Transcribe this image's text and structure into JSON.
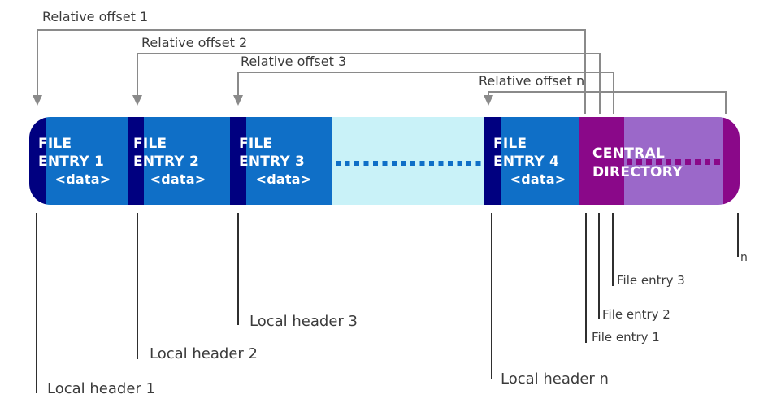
{
  "colors": {
    "navy": "#000080",
    "blue": "#0F6FC7",
    "cyan": "#C9F2F8",
    "magenta": "#8A0889",
    "purple": "#9B68C9",
    "arrow": "#8a8a8a",
    "label": "#3b3b3b",
    "callout": "#2f2f2f",
    "entrytext": "#ffffff"
  },
  "offsets": [
    {
      "label": "Relative offset 1"
    },
    {
      "label": "Relative offset 2"
    },
    {
      "label": "Relative offset 3"
    },
    {
      "label": "Relative offset n"
    }
  ],
  "entries": [
    {
      "line1": "FILE",
      "line2": "ENTRY 1",
      "data": "<data>"
    },
    {
      "line1": "FILE",
      "line2": "ENTRY 2",
      "data": "<data>"
    },
    {
      "line1": "FILE",
      "line2": "ENTRY 3",
      "data": "<data>"
    },
    {
      "line1": "FILE",
      "line2": "ENTRY 4",
      "data": "<data>"
    }
  ],
  "central_directory": {
    "line1": "CENTRAL",
    "line2": "DIRECTORY"
  },
  "callouts": {
    "local_headers": [
      "Local header 1",
      "Local header 2",
      "Local header 3",
      "Local header n"
    ],
    "file_entries": [
      "File entry 1",
      "File entry 2",
      "File entry 3"
    ],
    "end_marker": "n"
  }
}
